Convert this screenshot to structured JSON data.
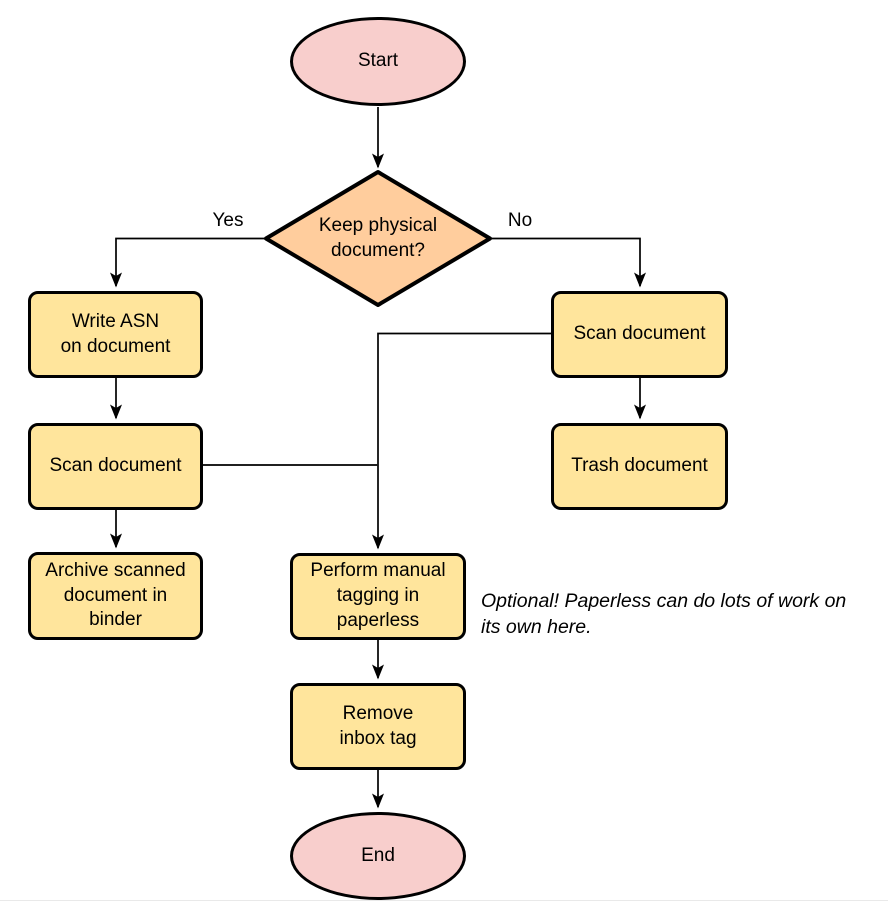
{
  "diagram": {
    "nodes": {
      "start": {
        "label": "Start",
        "type": "terminal"
      },
      "decision": {
        "label": "Keep physical\ndocument?",
        "type": "decision"
      },
      "write_asn": {
        "label": "Write ASN\non document",
        "type": "process"
      },
      "scan_left": {
        "label": "Scan document",
        "type": "process"
      },
      "archive": {
        "label": "Archive scanned\ndocument in\nbinder",
        "type": "process"
      },
      "scan_right": {
        "label": "Scan document",
        "type": "process"
      },
      "trash": {
        "label": "Trash document",
        "type": "process"
      },
      "tagging": {
        "label": "Perform manual\ntagging in\npaperless",
        "type": "process"
      },
      "remove_inbox": {
        "label": "Remove\ninbox tag",
        "type": "process"
      },
      "end": {
        "label": "End",
        "type": "terminal"
      }
    },
    "edge_labels": {
      "yes": "Yes",
      "no": "No"
    },
    "annotation": "Optional! Paperless can do lots of work on\nits own here.",
    "colors": {
      "terminal_fill": "#f8cecc",
      "decision_fill": "#ffcd9d",
      "process_fill": "#ffe59c",
      "stroke": "#000000",
      "connector": "#000000",
      "background": "#ffffff"
    }
  }
}
